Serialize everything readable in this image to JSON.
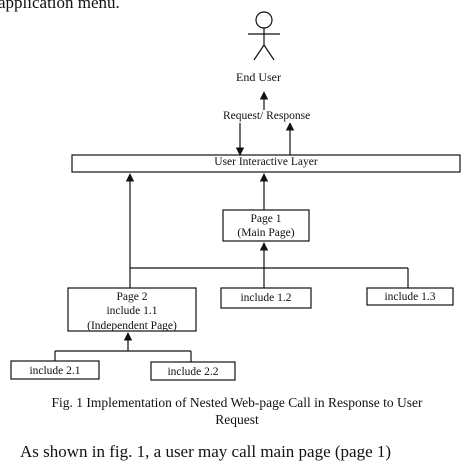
{
  "top_text": "application menu.",
  "diagram": {
    "actor": "End User",
    "request_response": "Request/ Response",
    "layer": "User Interactive Layer",
    "page1": [
      "Page 1",
      "(Main Page)"
    ],
    "page2": [
      "Page 2",
      "include 1.1",
      "(Independent Page)"
    ],
    "include_1_2": "include 1.2",
    "include_1_3": "include 1.3",
    "include_2_1": "include 2.1",
    "include_2_2": "include 2.2"
  },
  "caption": {
    "line1": "Fig. 1 Implementation of Nested Web-page Call in Response to User",
    "line2": "Request"
  },
  "bottom_text": "As shown in fig. 1, a user may call main page (page 1)"
}
